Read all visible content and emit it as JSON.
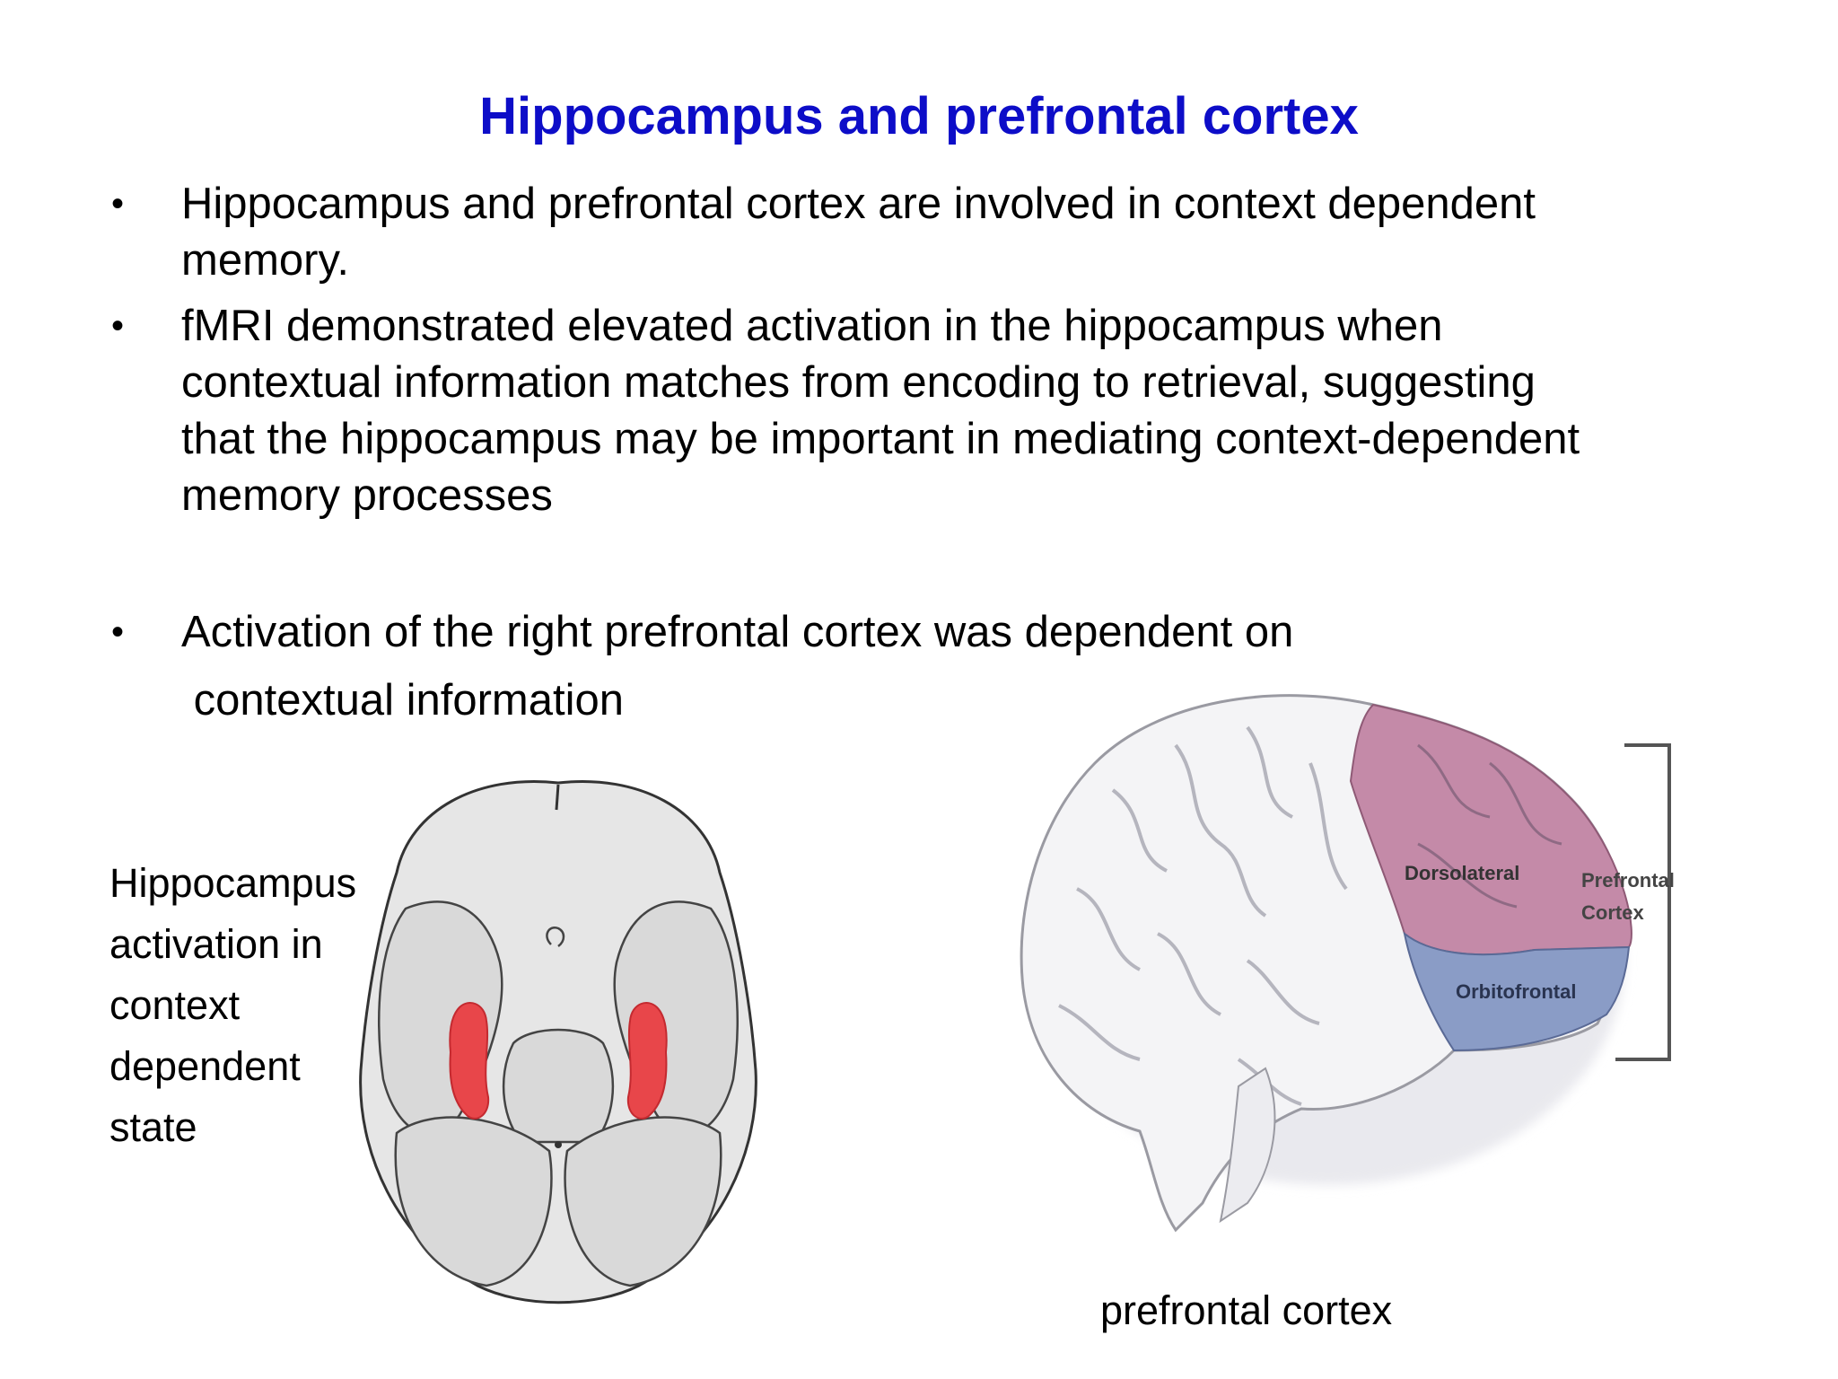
{
  "slide": {
    "title": "Hippocampus and prefrontal cortex",
    "bullets": [
      {
        "lines": [
          "Hippocampus and prefrontal cortex are involved in context dependent",
          "memory."
        ]
      },
      {
        "lines": [
          "fMRI demonstrated elevated activation in the hippocampus when",
          "contextual information matches from encoding to retrieval, suggesting",
          "that the hippocampus may be important in mediating context-dependent",
          "memory processes"
        ]
      },
      {
        "lines": [
          "Activation of the right prefrontal cortex was dependent on",
          " contextual information"
        ]
      }
    ],
    "bullet_glyph": "•",
    "left_figure": {
      "label_lines": [
        "Hippocampus",
        "activation in",
        "context",
        "dependent",
        "state"
      ]
    },
    "right_figure": {
      "region_dorsolateral": "Dorsolateral",
      "region_orbitofrontal": "Orbitofrontal",
      "bracket_label_line1": "Prefrontal",
      "bracket_label_line2": "Cortex",
      "caption": "prefrontal cortex"
    },
    "colors": {
      "title": "#0d0dc8",
      "hippocampus_highlight": "#e8464a",
      "dorsolateral": "#c48aa8",
      "orbitofrontal": "#8a9cc6"
    }
  }
}
